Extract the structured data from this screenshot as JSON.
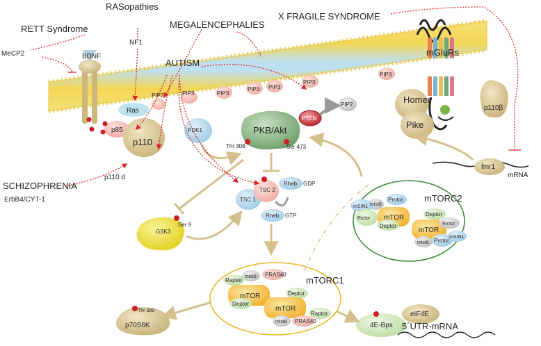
{
  "disorders": {
    "rett": "RETT Syndrome",
    "rasopathies": "RASopathies",
    "megalencephalies": "MEGALENCEPHALIES",
    "fragile_x": "X FRAGILE SYNDROME",
    "autism": "AUTISM",
    "schizophrenia": "SCHIZOPHRENIA"
  },
  "genes": {
    "mecp2": "MeCP2",
    "nf1": "NF1",
    "erbb4": "ErbB4/CYT-1",
    "p110d": "p110 d",
    "fmr1": "fmr1",
    "mrna": "mRNA"
  },
  "membrane": {
    "bdnf": "BDNF",
    "ras": "Ras",
    "mglurs": "mGluRs",
    "pip3": "PIP3",
    "pip2": "PIP2"
  },
  "proteins": {
    "p85": "p85",
    "p110": "p110",
    "pdk1": "PDK1",
    "pkb": "PKB/Akt",
    "thr308": "Thr 308",
    "ser473": "Ser 473",
    "pten": "PTEN",
    "homer": "Homer",
    "pike": "Pike",
    "p110b": "p110β",
    "tsc1": "TSC 1",
    "tsc2": "TSC 2",
    "rheb_gdp": "Rheb",
    "gdp": "GDP",
    "rheb_gtp": "Rheb",
    "gtp": "GTP",
    "gsk3": "GSK3",
    "ser9": "Ser 9",
    "p70s6k": "p70S6K",
    "thr389": "Thr 389",
    "four_ebps": "4E-Bps",
    "eif4e": "eIF4E",
    "utr_mrna": "5´UTR-mRNA"
  },
  "mtorc2": {
    "title": "mTORC2",
    "mlst8_top": "mlst8",
    "protor_top": "Protor",
    "msin1_top": "mSIN1",
    "rictor_left": "Rictor",
    "mtor_a": "mTOR",
    "deptor_a": "Deptor",
    "deptor_b": "Deptor",
    "mtor_b": "mTOR",
    "rictor_right": "Rictor",
    "mlst8_bottom": "mlst8",
    "protor_bottom": "Protor",
    "msin1_bottom": "mSIN1"
  },
  "mtorc1": {
    "title": "mTORC1",
    "raptor_left": "Raptor",
    "mlst8_top": "mlst8",
    "pras40_top": "PRAS40",
    "mtor_a": "mTOR",
    "deptor_a": "Deptor",
    "deptor_b": "Deptor",
    "mtor_b": "mTOR",
    "raptor_right": "Raptor",
    "mlst8_bottom": "mlst8",
    "pras40_bottom": "PRAS40"
  },
  "colors": {
    "inhibition_red": "#d9262a",
    "activation_tan": "#d4c08c",
    "pkb_green": "#8fb98a",
    "mtor_orange": "#f5c23e",
    "mtorc1_ring": "#e8b82a",
    "mtorc2_ring": "#3f8a3a",
    "gsk3_yellow": "#f2e233",
    "phospho_dot": "#cc1f25"
  }
}
